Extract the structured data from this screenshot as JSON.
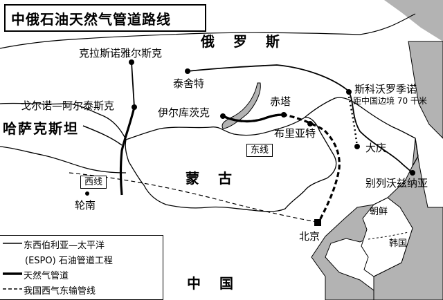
{
  "title": "中俄石油天然气管道路线",
  "regions": {
    "russia": "俄 罗 斯",
    "kazakhstan": "哈萨克斯坦",
    "mongolia": "蒙 古",
    "china": "中 国"
  },
  "cities": {
    "krasnoyarsk": "克拉斯诺雅尔斯克",
    "taishet": "泰舍特",
    "gorno_altaysk": "戈尔诺—阿尔泰斯克",
    "irkutsk": "伊尔库茨克",
    "chita": "赤塔",
    "buryatia": "布里亚特",
    "skovorodino": "斯科沃罗季诺",
    "border_note": "距中国边境 70 千米",
    "daqing": "大庆",
    "vladivostok": "别列沃兹纳亚",
    "lunnan": "轮南",
    "beijing": "北京",
    "north_korea": "朝鲜",
    "south_korea": "韩国"
  },
  "route_labels": {
    "east": "东线",
    "west": "西线"
  },
  "legend": {
    "items": [
      {
        "label": "东西伯利亚—太平洋",
        "symbol": "thin-line"
      },
      {
        "label": "(ESPO) 石油管道工程",
        "symbol": "none"
      },
      {
        "label": "天然气管道",
        "symbol": "thick-line"
      },
      {
        "label": "我国西气东输管线",
        "symbol": "dashed-line"
      }
    ]
  },
  "colors": {
    "land": "#ffffff",
    "sea": "#b3b3b3",
    "line": "#000000"
  }
}
